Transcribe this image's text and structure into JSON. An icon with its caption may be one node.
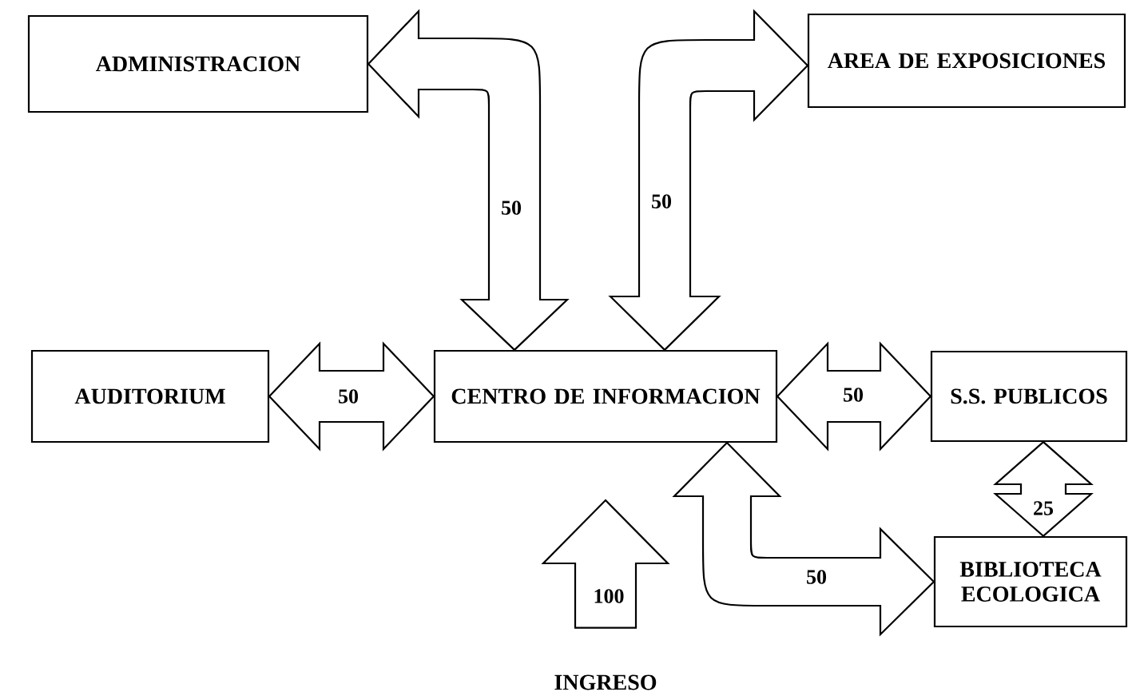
{
  "diagram": {
    "nodes": [
      {
        "text": [
          "ADMINISTRACION"
        ]
      },
      {
        "text": [
          "AREA DE EXPOSICIONES"
        ]
      },
      {
        "text": [
          "AUDITORIUM"
        ]
      },
      {
        "text": [
          "CENTRO DE INFORMACION"
        ]
      },
      {
        "text": [
          "S.S. PUBLICOS"
        ]
      },
      {
        "text": [
          "BIBLIOTECA ECOLOGICA"
        ]
      },
      {
        "text": [
          "INGRESO"
        ]
      }
    ],
    "edges": [
      {
        "from": 3,
        "to": 0,
        "arrow": "both",
        "label": "50"
      },
      {
        "from": 3,
        "to": 1,
        "arrow": "both",
        "label": "50"
      },
      {
        "from": 2,
        "to": 3,
        "arrow": "both",
        "label": "50"
      },
      {
        "from": 3,
        "to": 4,
        "arrow": "both",
        "label": "50"
      },
      {
        "from": 4,
        "to": 5,
        "arrow": "both",
        "label": "25"
      },
      {
        "from": 3,
        "to": 5,
        "arrow": "both",
        "label": "50"
      },
      {
        "from": 6,
        "to": 3,
        "arrow": "to",
        "label": "100"
      }
    ]
  }
}
